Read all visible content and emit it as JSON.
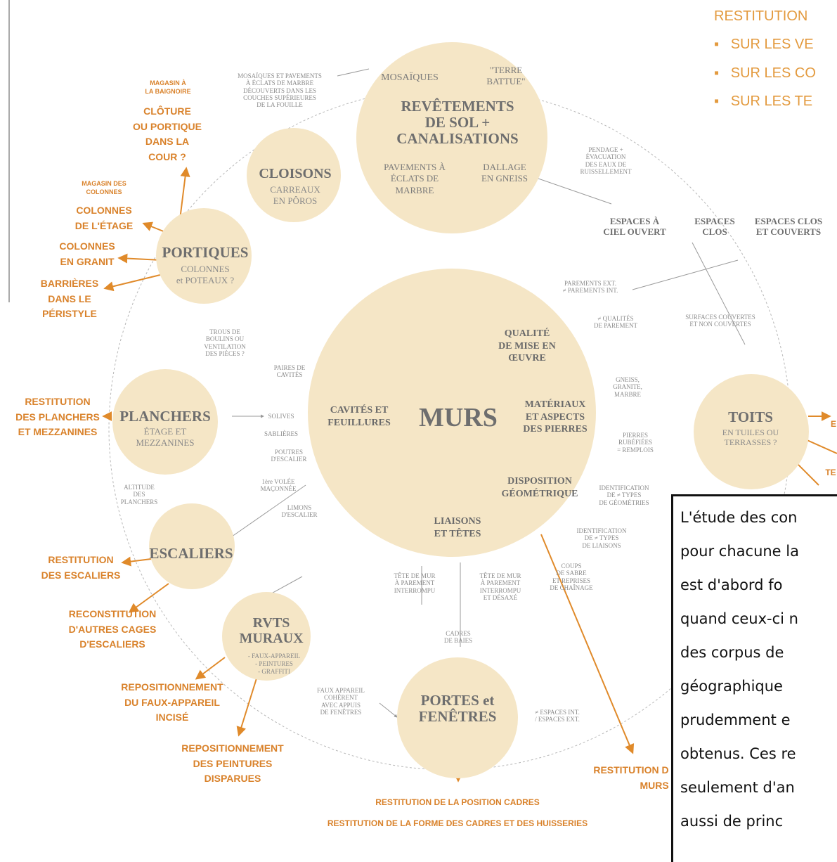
{
  "legend": {
    "title": "RESTITUTION",
    "items": [
      "SUR LES VE",
      "SUR LES CO",
      "SUR LES TE"
    ]
  },
  "circles": {
    "revetements": {
      "title": [
        "REVÊTEMENTS",
        "DE SOL +",
        "CANALISATIONS"
      ],
      "inner": {
        "mosaiques": "MOSAÏQUES",
        "terre": [
          "\"TERRE",
          "BATTUE\""
        ],
        "pavements": [
          "PAVEMENTS À",
          "ÉCLATS DE",
          "MARBRE"
        ],
        "dallage": [
          "DALLAGE",
          "EN GNEISS"
        ]
      }
    },
    "cloisons": {
      "title": "CLOISONS",
      "sub": [
        "CARREAUX",
        "EN PÔROS"
      ]
    },
    "portiques": {
      "title": "PORTIQUES",
      "sub": [
        "COLONNES",
        "et POTEAUX ?"
      ]
    },
    "murs": {
      "title": "MURS",
      "inner": {
        "qualite": [
          "QUALITÉ",
          "DE MISE EN",
          "ŒUVRE"
        ],
        "cavites": [
          "CAVITÉS ET",
          "FEUILLURES"
        ],
        "materiaux": [
          "MATÉRIAUX",
          "ET ASPECTS",
          "DES PIERRES"
        ],
        "disposition": [
          "DISPOSITION",
          "GÉOMÉTRIQUE"
        ],
        "liaisons": [
          "LIAISONS",
          "ET TÊTES"
        ]
      }
    },
    "planchers": {
      "title": "PLANCHERS",
      "sub": [
        "ÉTAGE ET",
        "MEZZANINES"
      ]
    },
    "escaliers": {
      "title": "ESCALIERS"
    },
    "rvts": {
      "title": [
        "RVTS",
        "MURAUX"
      ],
      "sub": [
        "- FAUX-APPAREIL",
        "- PEINTURES",
        "- GRAFFITI"
      ]
    },
    "portes": {
      "title": [
        "PORTES et",
        "FENÊTRES"
      ]
    },
    "toits": {
      "title": "TOITS",
      "sub": [
        "EN TUILES OU",
        "TERRASSES ?"
      ]
    }
  },
  "mid_labels": {
    "ciel": [
      "ESPACES À",
      "CIEL OUVERT"
    ],
    "clos": [
      "ESPACES",
      "CLOS"
    ],
    "couverts": [
      "ESPACES CLOS",
      "ET COUVERTS"
    ]
  },
  "small_labels": {
    "mosaiques_note": [
      "MOSAÏQUES ET PAVEMENTS",
      "À ÉCLATS DE MARBRE",
      "DÉCOUVERTS DANS LES",
      "COUCHES SUPÉRIEURES",
      "DE LA FOUILLE"
    ],
    "pendage": [
      "PENDAGE +",
      "ÉVACUATION",
      "DES EAUX DE",
      "RUISSELLEMENT"
    ],
    "parements": [
      "PAREMENTS EXT.",
      "≠ PAREMENTS INT."
    ],
    "qualites_parement": [
      "≠ QUALITÉS",
      "DE PAREMENT"
    ],
    "surfaces": [
      "SURFACES COUVERTES",
      "ET NON COUVERTES"
    ],
    "trous": [
      "TROUS DE",
      "BOULINS OU",
      "VENTILATION",
      "DES PIÈCES ?"
    ],
    "paires": [
      "PAIRES DE",
      "CAVITÉS"
    ],
    "gneiss": [
      "GNEISS,",
      "GRANITE,",
      "MARBRE"
    ],
    "solives": "SOLIVES",
    "sablieres": "SABLIÈRES",
    "poutres": [
      "POUTRES",
      "D'ESCALIER"
    ],
    "pierres": [
      "PIERRES",
      "RUBÉFIÉES",
      "= REMPLOIS"
    ],
    "volee": [
      "1ère VOLÉE",
      "MAÇONNÉE"
    ],
    "altitude": [
      "ALTITUDE",
      "DES",
      "PLANCHERS"
    ],
    "limons": [
      "LIMONS",
      "D'ESCALIER"
    ],
    "identification": [
      "IDENTIFICATION",
      "DE ≠ TYPES",
      "DE GÉOMÉTRIES"
    ],
    "identification2": [
      "IDENTIFICATION",
      "DE ≠ TYPES",
      "DE LIAISONS"
    ],
    "tete1": [
      "TÊTE DE MUR",
      "À PAREMENT",
      "INTERROMPU"
    ],
    "tete2": [
      "TÊTE DE MUR",
      "À PAREMENT",
      "INTERROMPU",
      "ET DÉSAXÉ"
    ],
    "coups": [
      "COUPS",
      "DE SABRE",
      "ET REPRISES",
      "DE CHAÎNAGE"
    ],
    "cadres": [
      "CADRES",
      "DE BAIES"
    ],
    "faux": [
      "FAUX APPAREIL",
      "COHÉRENT",
      "AVEC APPUIS",
      "DE FENÊTRES"
    ],
    "espaces": [
      "≠ ESPACES INT.",
      "/ ESPACES EXT."
    ]
  },
  "orange_labels": {
    "magasin_baignoire": [
      "MAGASIN À",
      "LA BAIGNOIRE"
    ],
    "cloture": [
      "CLÔTURE",
      "OU PORTIQUE",
      "DANS LA",
      "COUR ?"
    ],
    "magasin_colonnes": [
      "MAGASIN DES",
      "COLONNES"
    ],
    "colonnes_etage": [
      "COLONNES",
      "DE L'ÉTAGE"
    ],
    "colonnes_granit": [
      "COLONNES",
      "EN GRANIT"
    ],
    "barrieres": [
      "BARRIÈRES",
      "DANS LE",
      "PÉRISTYLE"
    ],
    "restitution_planchers": [
      "RESTITUTION",
      "DES PLANCHERS",
      "ET MEZZANINES"
    ],
    "restitution_escaliers": [
      "RESTITUTION",
      "DES ESCALIERS"
    ],
    "reconstitution": [
      "RECONSTITUTION",
      "D'AUTRES CAGES",
      "D'ESCALIERS"
    ],
    "repositionnement_faux": [
      "REPOSITIONNEMENT",
      "DU FAUX-APPAREIL",
      "INCISÉ"
    ],
    "repositionnement_peintures": [
      "REPOSITIONNEMENT",
      "DES PEINTURES",
      "DISPARUES"
    ],
    "restitution_murs": [
      "RESTITUTION D",
      "MURS"
    ],
    "restitution_cadres_1": "RESTITUTION DE LA POSITION CADRES",
    "restitution_cadres_2": "RESTITUTION DE LA FORME DES CADRES ET DES HUISSERIES",
    "toits_e": "E",
    "toits_te": "TE"
  },
  "textbox": {
    "lines": [
      "L'étude des con",
      "pour chacune la",
      "est d'abord fo",
      "quand ceux-ci n",
      "des corpus de",
      "géographique",
      "prudemment e",
      "obtenus. Ces re",
      "seulement d'an",
      "aussi de princ"
    ]
  }
}
